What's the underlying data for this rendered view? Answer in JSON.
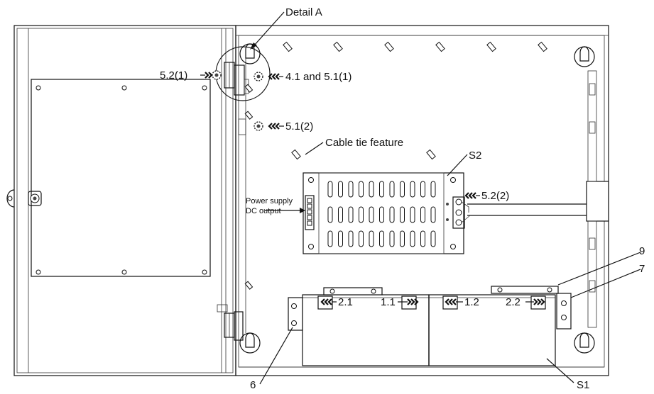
{
  "labels": {
    "detail_a": "Detail A",
    "l_5_2_1": "5.2(1)",
    "l_4_1_5_1_1": "4.1 and 5.1(1)",
    "l_5_1_2": "5.1(2)",
    "cable_tie": "Cable tie feature",
    "s2": "S2",
    "ps_line1": "Power supply",
    "ps_line2": "DC output",
    "l_5_2_2": "5.2(2)",
    "l_9": "9",
    "l_7": "7",
    "l_2_1": "2.1",
    "l_1_1": "1.1",
    "l_1_2": "1.2",
    "l_2_2": "2.2",
    "l_6": "6",
    "s1": "S1"
  }
}
